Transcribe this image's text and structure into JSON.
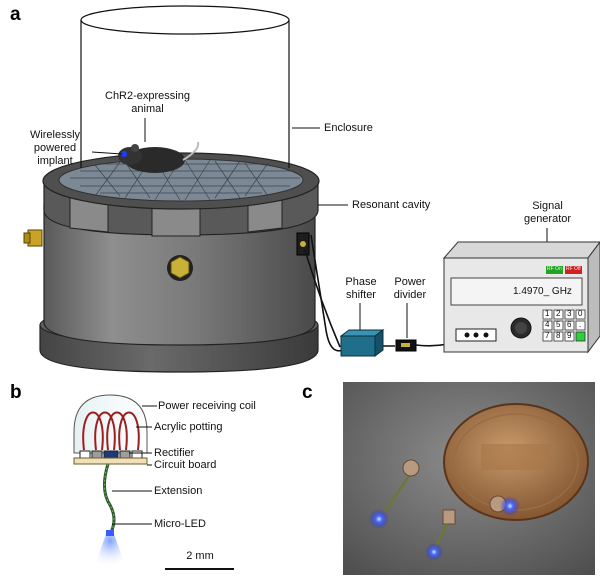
{
  "panels": {
    "a": "a",
    "b": "b",
    "c": "c"
  },
  "panel_a": {
    "animal_label": "ChR2-expressing\nanimal",
    "implant_label": "Wirelessly\npowered\nimplant",
    "enclosure_label": "Enclosure",
    "cavity_label": "Resonant cavity",
    "signal_generator_label": "Signal\ngenerator",
    "phase_shifter_label": "Phase\nshifter",
    "power_divider_label": "Power\ndivider",
    "generator_display": "1.4970_ GHz",
    "rf_on": "RF On",
    "rf_off": "RF Off",
    "keypad": [
      "1",
      "2",
      "3",
      "0",
      "4",
      "5",
      "6",
      ".",
      "7",
      "8",
      "9",
      ""
    ]
  },
  "panel_b": {
    "coil_label": "Power receiving coil",
    "potting_label": "Acrylic potting",
    "rectifier_label": "Rectifier",
    "board_label": "Circuit board",
    "extension_label": "Extension",
    "led_label": "Micro-LED",
    "scale_label": "2 mm"
  },
  "colors": {
    "cavity_body": "#6e6e6e",
    "led_blue": "#3a5bff",
    "phase_shifter": "#1f6f8b",
    "coil": "#9c1f1f"
  }
}
